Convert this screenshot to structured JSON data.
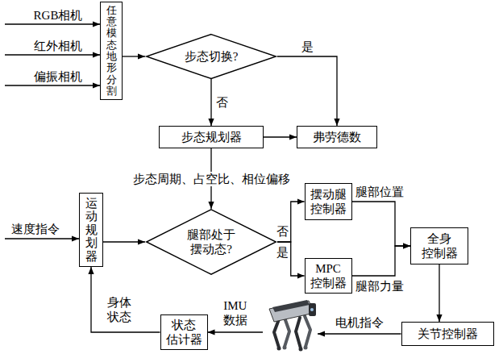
{
  "diagram": {
    "nodes": [
      {
        "text": [
          "任意模态地形分割"
        ]
      },
      {
        "text": [
          "步态切换?"
        ]
      },
      {
        "text": [
          "步态规划器"
        ]
      },
      {
        "text": [
          "弗劳德数"
        ]
      },
      {
        "text": [
          "运动规划器"
        ]
      },
      {
        "text": [
          "腿部处于 摆动态?"
        ]
      },
      {
        "text": [
          "摆动腿 控制器"
        ]
      },
      {
        "text": [
          "MPC 控制器"
        ]
      },
      {
        "text": [
          "全身 控制器"
        ]
      },
      {
        "text": [
          "关节控制器"
        ]
      },
      {
        "text": [
          "状态 估计器"
        ]
      }
    ],
    "edges": [
      {
        "from": 0,
        "to": 1,
        "arrow": "to"
      },
      {
        "from": 1,
        "to": 3,
        "label": "是",
        "arrow": "to"
      },
      {
        "from": 1,
        "to": 2,
        "label": "否",
        "arrow": "to"
      },
      {
        "from": 2,
        "to": 3,
        "arrow": "to"
      },
      {
        "from": 2,
        "to": 5,
        "label": "步态周期、占空比、相位偏移",
        "arrow": "to"
      },
      {
        "from": 4,
        "to": 5,
        "arrow": "to"
      },
      {
        "from": 5,
        "to": 6,
        "label": "否",
        "arrow": "to"
      },
      {
        "from": 5,
        "to": 7,
        "label": "是",
        "arrow": "to"
      },
      {
        "from": 6,
        "to": 8,
        "label": "腿部位置",
        "arrow": "to"
      },
      {
        "from": 7,
        "to": 8,
        "label": "腿部力量",
        "arrow": "to"
      },
      {
        "from": 8,
        "to": 9,
        "arrow": "to"
      },
      {
        "from": 10,
        "to": 4,
        "label": "身体 状态",
        "arrow": "to"
      }
    ],
    "labels": [
      "RGB相机",
      "红外相机",
      "偏振相机",
      "速度指令",
      "电机指令",
      "IMU 数据"
    ]
  }
}
